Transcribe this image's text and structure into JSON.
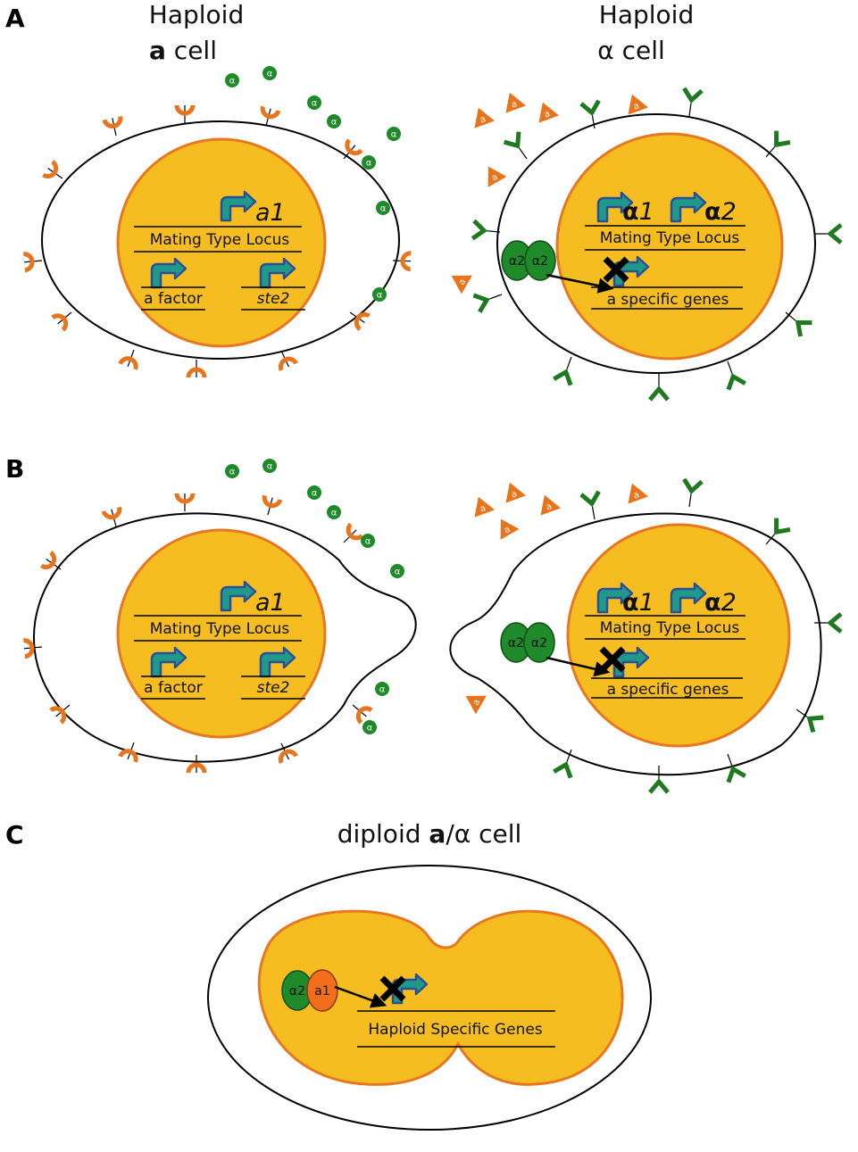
{
  "colors": {
    "nucleus_fill": "#f5bd1f",
    "nucleus_stroke": "#e87722",
    "receptor_a": "#e8741c",
    "receptor_alpha": "#1f7a1f",
    "alpha_factor": "#1e8a2a",
    "a_factor": "#e8741c",
    "arrow_fill": "#1f9a8a",
    "arrow_outline": "#2a4f9a",
    "repressor_alpha2": "#1e8a2a",
    "repressor_a1": "#f26d1c",
    "cell_stroke": "#000000"
  },
  "panels": {
    "A": {
      "letter": "A",
      "a_cell": {
        "title_line1": "Haploid",
        "title_bold": "a",
        "title_rest": " cell",
        "gene_a1": "a1",
        "locus": "Mating Type Locus",
        "gene_afactor": "a factor",
        "gene_ste2": "ste2"
      },
      "alpha_cell": {
        "title_line1": "Haploid",
        "title_line2": "α cell",
        "gene_alpha1_sym": "α",
        "gene_alpha1_num": "1",
        "gene_alpha2_sym": "α",
        "gene_alpha2_num": "2",
        "locus": "Mating Type Locus",
        "protein_1": "α2",
        "protein_2": "α2",
        "target": "a specific genes"
      }
    },
    "B": {
      "letter": "B",
      "a_cell": {
        "gene_a1": "a1",
        "locus": "Mating Type Locus",
        "gene_afactor": "a factor",
        "gene_ste2": "ste2"
      },
      "alpha_cell": {
        "gene_alpha1_sym": "α",
        "gene_alpha1_num": "1",
        "gene_alpha2_sym": "α",
        "gene_alpha2_num": "2",
        "locus": "Mating Type Locus",
        "protein_1": "α2",
        "protein_2": "α2",
        "target": "a specific genes"
      }
    },
    "C": {
      "letter": "C",
      "title_pre": "diploid ",
      "title_bold": "a",
      "title_post": "/α cell",
      "protein_1": "α2",
      "protein_2": "a1",
      "target": "Haploid Specific Genes"
    }
  },
  "factor_glyph": "α",
  "a_factor_glyph": "a"
}
